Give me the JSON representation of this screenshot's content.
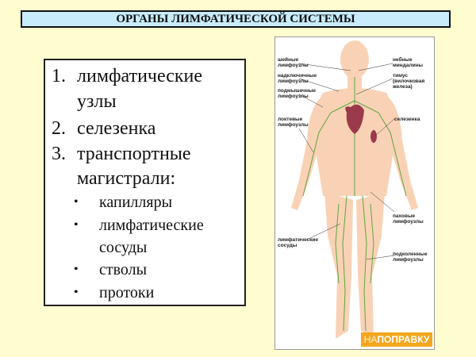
{
  "title": "ОРГАНЫ ЛИМФАТИЧЕСКОЙ СИСТЕМЫ",
  "list": {
    "items": [
      {
        "num": "1.",
        "line1": "лимфатические",
        "line2": "узлы"
      },
      {
        "num": "2.",
        "line1": "селезенка"
      },
      {
        "num": "3.",
        "line1": "транспортные",
        "line2": "магистрали:"
      }
    ],
    "subitems": [
      {
        "bullet": "•",
        "line1": "капилляры"
      },
      {
        "bullet": "•",
        "line1": "лимфатические",
        "line2": "сосуды"
      },
      {
        "bullet": "•",
        "line1": "стволы"
      },
      {
        "bullet": "•",
        "line1": "протоки"
      }
    ]
  },
  "figure": {
    "labels_left": [
      {
        "line1": "шейные",
        "line2": "лимфоузлы"
      },
      {
        "line1": "надключичные",
        "line2": "лимфоузлы"
      },
      {
        "line1": "подмышечные",
        "line2": "лимфоузлы"
      },
      {
        "line1": "локтевые",
        "line2": "лимфоузлы"
      },
      {
        "line1": "лимфатические",
        "line2": "сосуды"
      }
    ],
    "labels_right": [
      {
        "line1": "небные",
        "line2": "миндалины"
      },
      {
        "line1": "тимус",
        "line2": "(вилочковая",
        "line3": "железа)"
      },
      {
        "line1": "селезенка"
      },
      {
        "line1": "паховые",
        "line2": "лимфоузлы"
      },
      {
        "line1": "подколенные",
        "line2": "лимфоузлы"
      }
    ],
    "brand_na": "НА",
    "brand_rest": "ПОПРАВКУ",
    "colors": {
      "skin": "#f9d2b6",
      "vessel": "#5aa83a",
      "heart": "#9b3a4a"
    }
  }
}
